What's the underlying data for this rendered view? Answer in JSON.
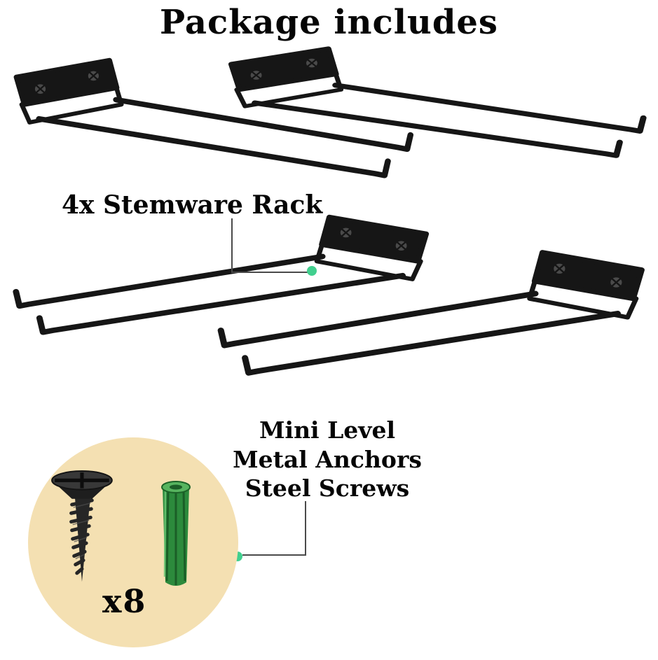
{
  "title": "Package includes",
  "annotations": {
    "rack_label": "4x Stemware Rack",
    "hardware_label_lines": [
      "Mini Level",
      "Metal Anchors",
      "Steel Screws"
    ],
    "screw_count": "x8"
  },
  "colors": {
    "background": "#ffffff",
    "rack_metal": "#161616",
    "text": "#050505",
    "hardware_circle_bg": "#f4e0b2",
    "anchor_green": "#2c8a3c",
    "screw_dark": "#262626",
    "callout_dot_green": "#41cf8e",
    "callout_line_gray": "#4a4a4a"
  }
}
